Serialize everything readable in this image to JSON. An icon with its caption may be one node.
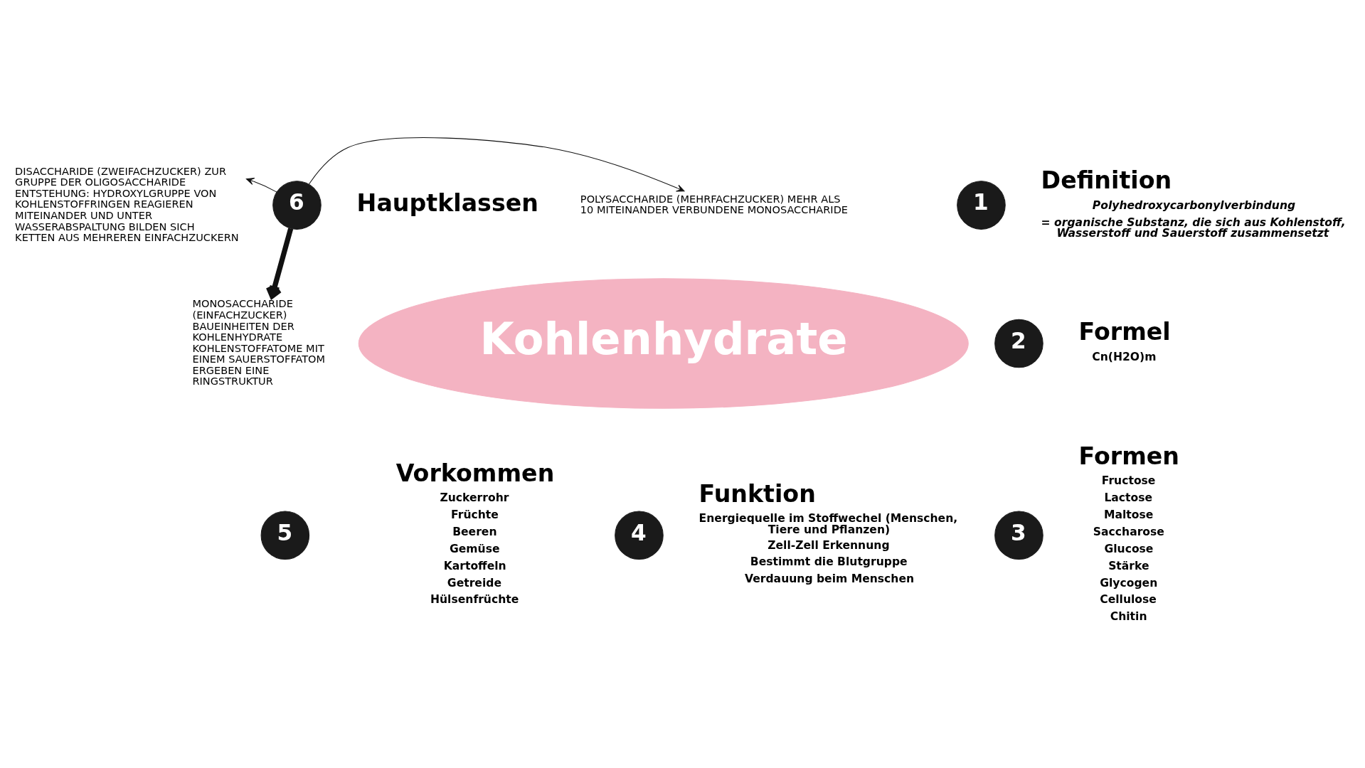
{
  "diagram": {
    "nodes": [
      {
        "text": [
          "Kohlenhydrate"
        ]
      },
      {
        "text": [
          "1"
        ],
        "beside": [
          "Definition",
          "Polyhedroxycarbonylverbindung",
          "= organische Substanz, die sich aus Kohlenstoff, Wasserstoff und Sauerstoff zusammensetzt"
        ]
      },
      {
        "text": [
          "2"
        ],
        "beside": [
          "Formel",
          "Cn(H2O)m"
        ]
      },
      {
        "text": [
          "3"
        ],
        "beside": [
          "Formen",
          "Fructose",
          "Lactose",
          "Maltose",
          "Saccharose",
          "Glucose",
          "Stärke",
          "Glycogen",
          "Cellulose",
          "Chitin"
        ]
      },
      {
        "text": [
          "4"
        ],
        "beside": [
          "Funktion",
          "Energiequelle im Stoffwechel (Menschen, Tiere und Pflanzen)",
          "Zell-Zell Erkennung",
          "Bestimmt die Blutgruppe",
          "Verdauung beim Menschen"
        ]
      },
      {
        "text": [
          "5"
        ],
        "beside": [
          "Vorkommen",
          "Zuckerrohr",
          "Früchte",
          "Beeren",
          "Gemüse",
          "Kartoffeln",
          "Getreide",
          "Hülsenfrüchte"
        ]
      },
      {
        "text": [
          "6"
        ],
        "beside": [
          "Hauptklassen"
        ]
      },
      {
        "text": [
          "DISACCHARIDE (ZWEIFACHZUCKER) ZUR GRUPPE DER OLIGOSACCHARIDE ENTSTEHUNG: HYDROXYLGRUPPE VON KOHLENSTOFFRINGEN REAGIEREN MITEINANDER UND UNTER WASSERABSPALTUNG BILDEN SICH KETTEN AUS MEHREREN EINFACHZUCKERN"
        ]
      },
      {
        "text": [
          "POLYSACCHARIDE (MEHRFACHZUCKER) MEHR ALS 10 MITEINANDER VERBUNDENE MONOSACCHARIDE"
        ]
      },
      {
        "text": [
          "MONOSACCHARIDE (EINFACHZUCKER) BAUEINHEITEN DER KOHLENHYDRATE KOHLENSTOFFATOME MIT EINEM SAUERSTOFFATOM ERGEBEN EINE RINGSTRUKTUR"
        ]
      }
    ],
    "edges": [
      {
        "from": 6,
        "to": 7,
        "arrow": "to"
      },
      {
        "from": 6,
        "to": 8,
        "arrow": "to"
      },
      {
        "from": 6,
        "to": 9,
        "arrow": "to",
        "style": "thick"
      }
    ]
  }
}
